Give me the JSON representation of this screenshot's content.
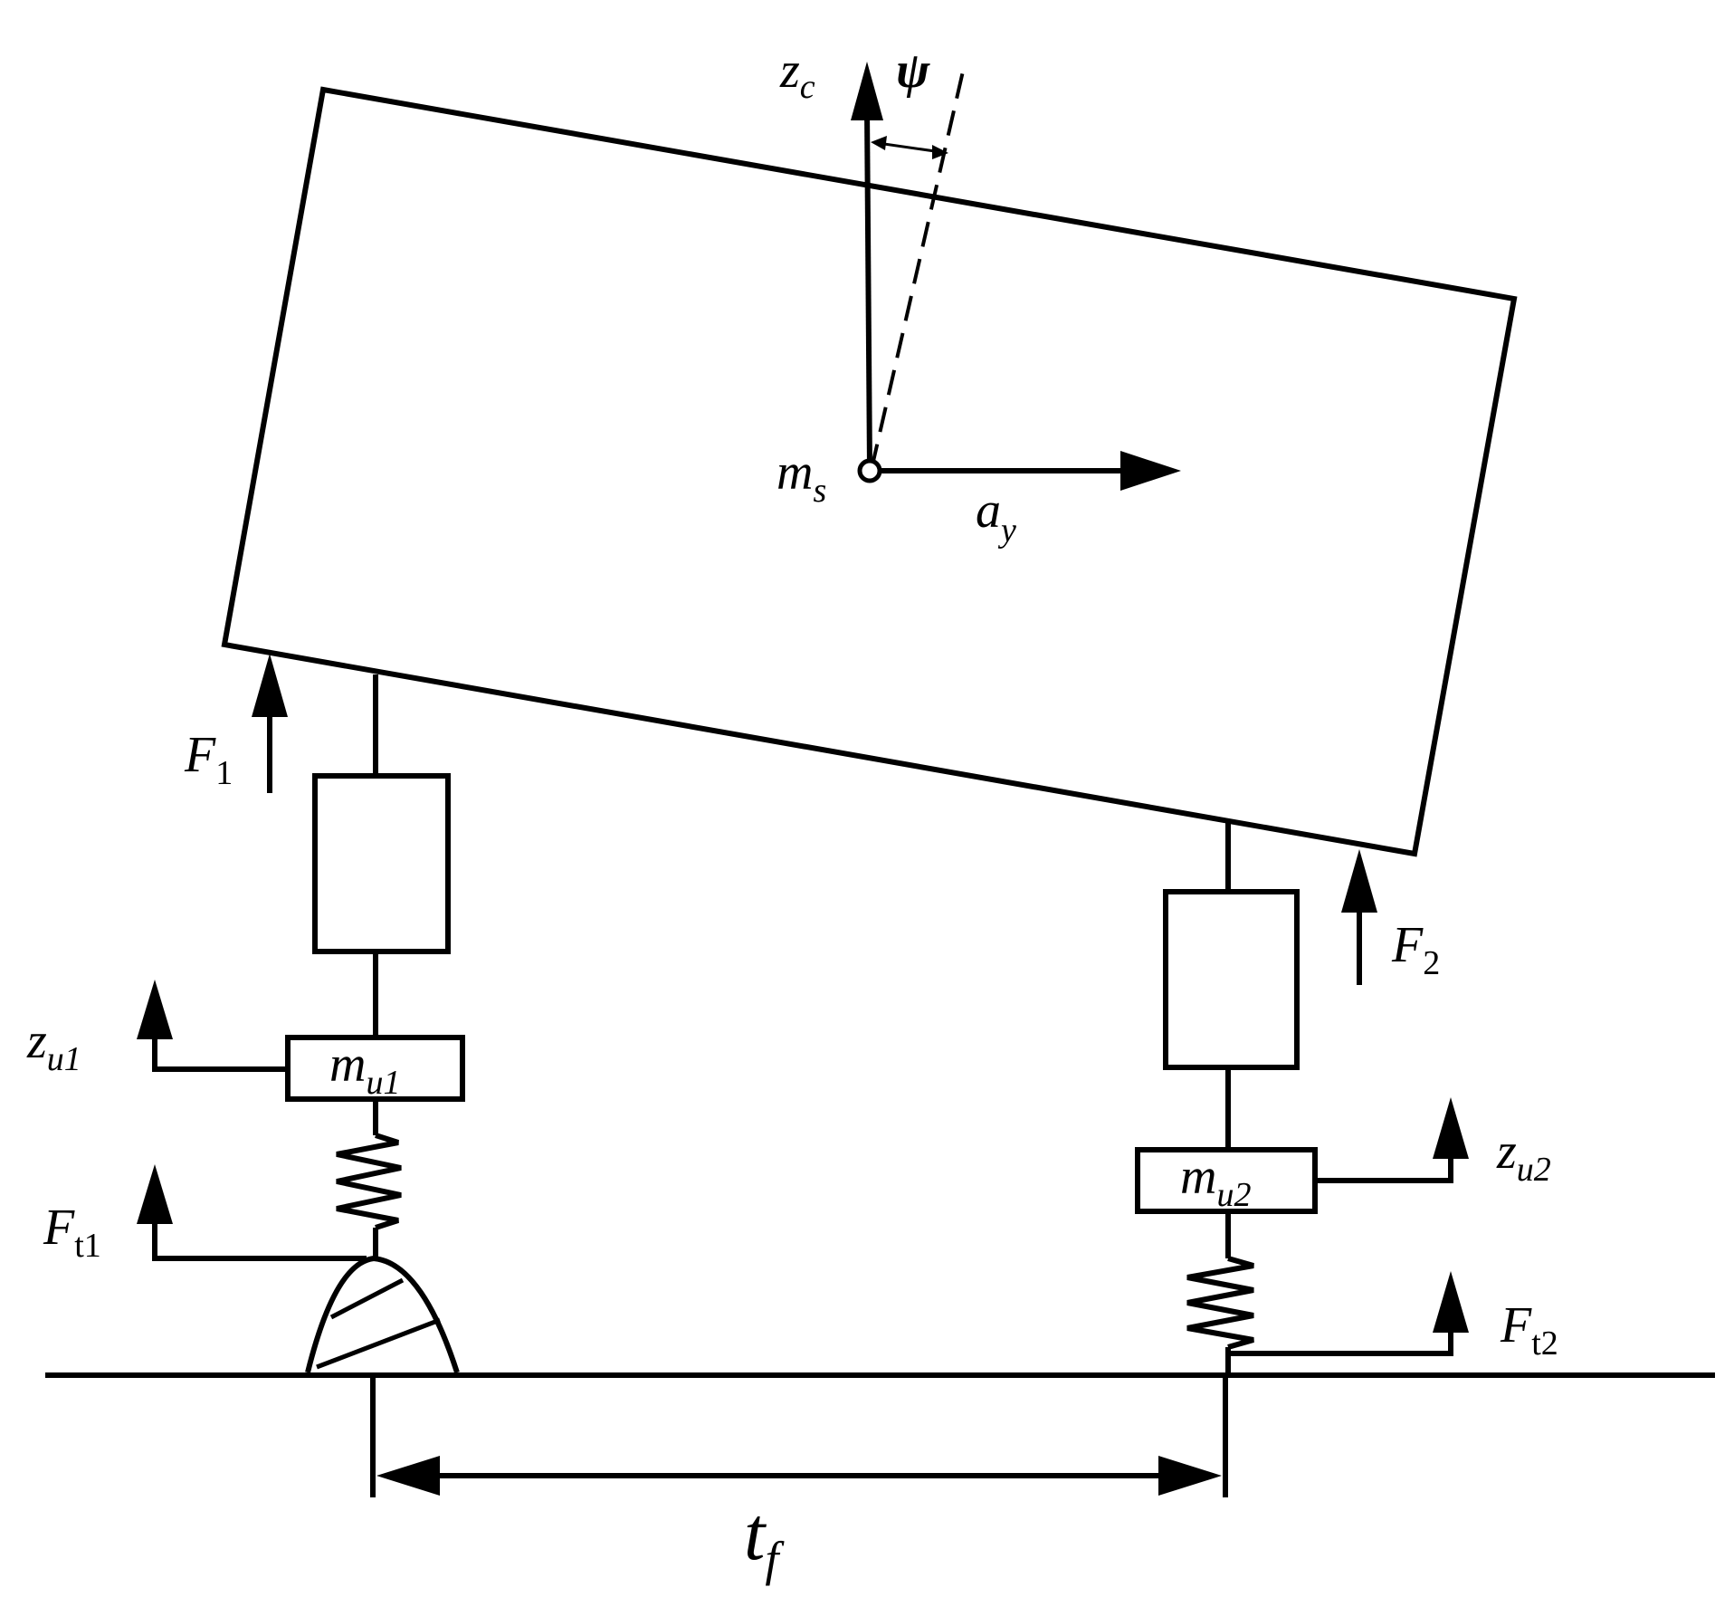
{
  "labels": {
    "zc": {
      "main": "z",
      "sub": "c"
    },
    "psi": "ψ",
    "ms": {
      "main": "m",
      "sub": "s"
    },
    "ay": {
      "main": "a",
      "sub": "y"
    },
    "F1": {
      "main": "F",
      "sub": "1"
    },
    "F2": {
      "main": "F",
      "sub": "2"
    },
    "zu1": {
      "main": "z",
      "sub": "u1"
    },
    "mu1": {
      "main": "m",
      "sub": "u1"
    },
    "zu2": {
      "main": "z",
      "sub": "u2"
    },
    "mu2": {
      "main": "m",
      "sub": "u2"
    },
    "Ft1": {
      "main": "F",
      "sub": "t1"
    },
    "Ft2": {
      "main": "F",
      "sub": "t2"
    },
    "tf": {
      "main": "t",
      "sub": "f"
    }
  }
}
